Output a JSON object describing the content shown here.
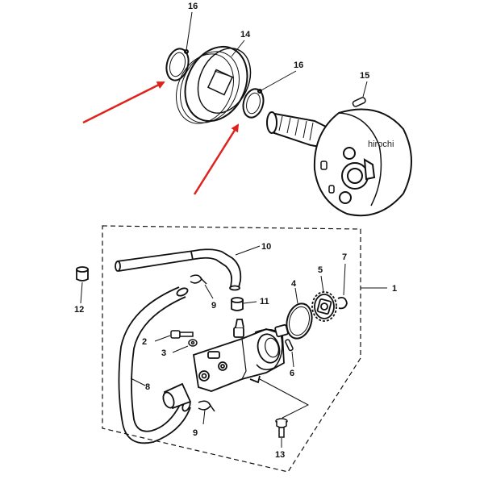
{
  "watermark": "hirochi",
  "colors": {
    "ink": "#111111",
    "arrow": "#e0221c",
    "paper": "#ffffff"
  },
  "callouts": {
    "p1": "1",
    "p2": "2",
    "p3": "3",
    "p4": "4",
    "p5": "5",
    "p6": "6",
    "p7": "7",
    "p8": "8",
    "p9a": "9",
    "p9b": "9",
    "p10": "10",
    "p11": "11",
    "p12": "12",
    "p13": "13",
    "p14": "14",
    "p15": "15",
    "p16a": "16",
    "p16b": "16"
  },
  "arrow_icons": [
    "red-arrow-icon",
    "red-arrow-icon"
  ]
}
